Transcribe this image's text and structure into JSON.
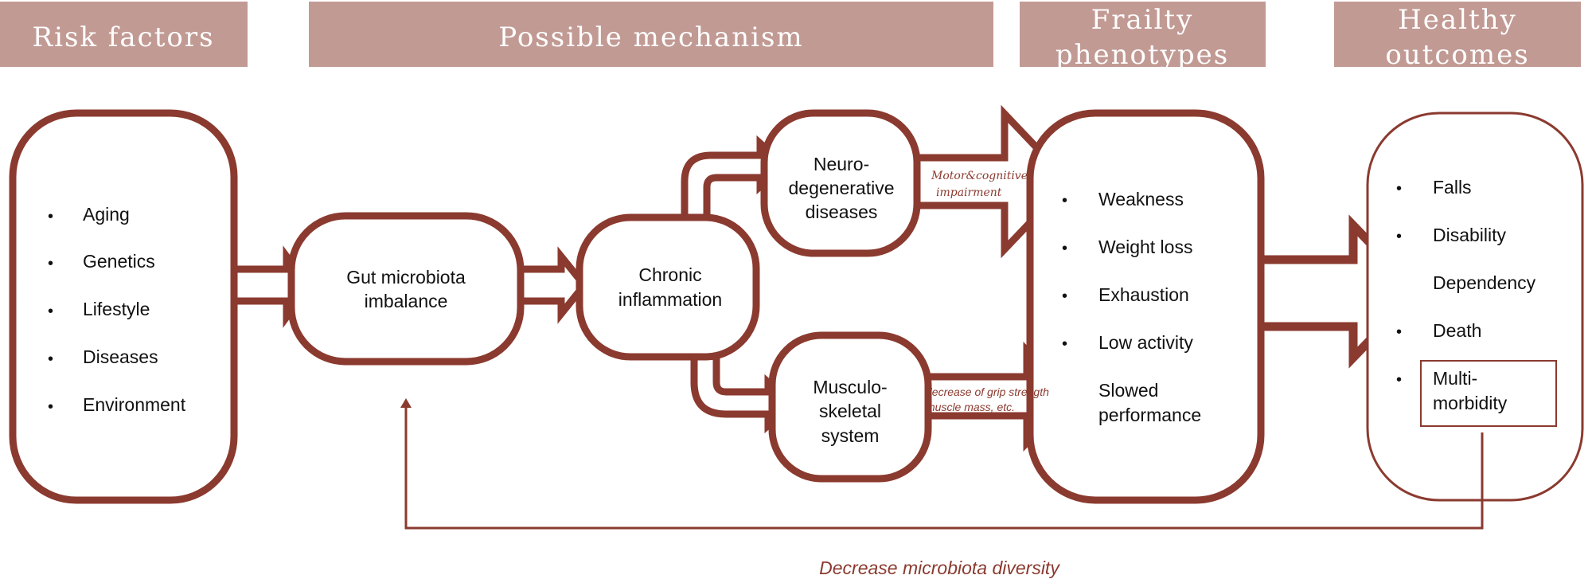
{
  "headers": {
    "risk": "Risk factors",
    "mechanism": "Possible mechanism",
    "frailty_line1": "Frailty",
    "frailty_line2": "phenotypes",
    "outcomes_line1": "Healthy",
    "outcomes_line2": "outcomes"
  },
  "risk_factors": [
    "Aging",
    "Genetics",
    "Lifestyle",
    "Diseases",
    "Environment"
  ],
  "gut": {
    "line1": "Gut microbiota",
    "line2": "imbalance"
  },
  "inflammation": {
    "line1": "Chronic",
    "line2": "inflammation"
  },
  "neuro": {
    "line1": "Neuro-",
    "line2": "degenerative",
    "line3": "diseases"
  },
  "musculo": {
    "line1": "Musculo-",
    "line2": "skeletal",
    "line3": "system"
  },
  "notes": {
    "neuro_line1": "Motor&cognitive",
    "neuro_line2": "impairment",
    "musculo_line1": "decrease of grip strength",
    "musculo_line2": "muscle mass, etc."
  },
  "phenotypes": {
    "items": [
      "Weakness",
      "Weight loss",
      "Exhaustion",
      "Low activity"
    ],
    "last_line1": "Slowed",
    "last_line2": "performance"
  },
  "outcomes": {
    "items": [
      "Falls",
      "Disability",
      "Dependency",
      "Death"
    ],
    "last_line1": "Multi-",
    "last_line2": "morbidity"
  },
  "bullet_char": "•",
  "feedback": "Decrease microbiota diversity"
}
